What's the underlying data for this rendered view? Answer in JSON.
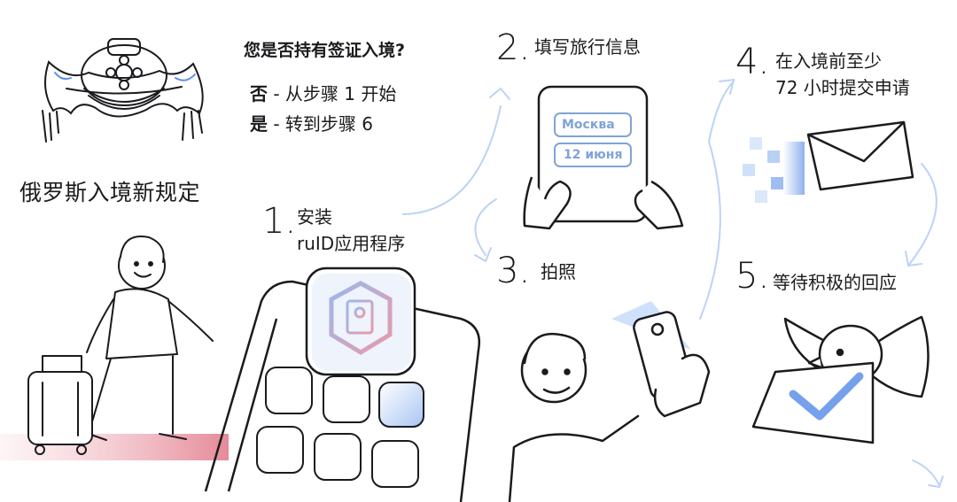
{
  "title": "俄罗斯入境新规定",
  "question": {
    "heading": "您是否持有签证入境?",
    "answers": [
      {
        "key": "否",
        "text": "- 从步骤 1 开始"
      },
      {
        "key": "是",
        "text": "- 转到步骤 6"
      }
    ]
  },
  "steps": [
    {
      "number": "1.",
      "lines": [
        "安装",
        "ruID应用程序"
      ]
    },
    {
      "number": "2.",
      "lines": [
        "填写旅行信息"
      ]
    },
    {
      "number": "3.",
      "lines": [
        "拍照"
      ]
    },
    {
      "number": "4.",
      "lines": [
        "在入境前至少",
        "72 小时提交申请"
      ]
    },
    {
      "number": "5.",
      "lines": [
        "等待积极的回应"
      ]
    }
  ],
  "phone_form": {
    "field_city": "Москва",
    "field_date": "12 июня"
  },
  "colors": {
    "ink": "#1b1b1f",
    "accent_blue": "#5d8fe8",
    "light_blue": "#cfe0fb",
    "accent_pink": "#e58a98"
  },
  "icons": [
    "bread-tray-icon",
    "passport-app-icon",
    "envelope-icon",
    "dove-icon",
    "checkmark-icon"
  ]
}
